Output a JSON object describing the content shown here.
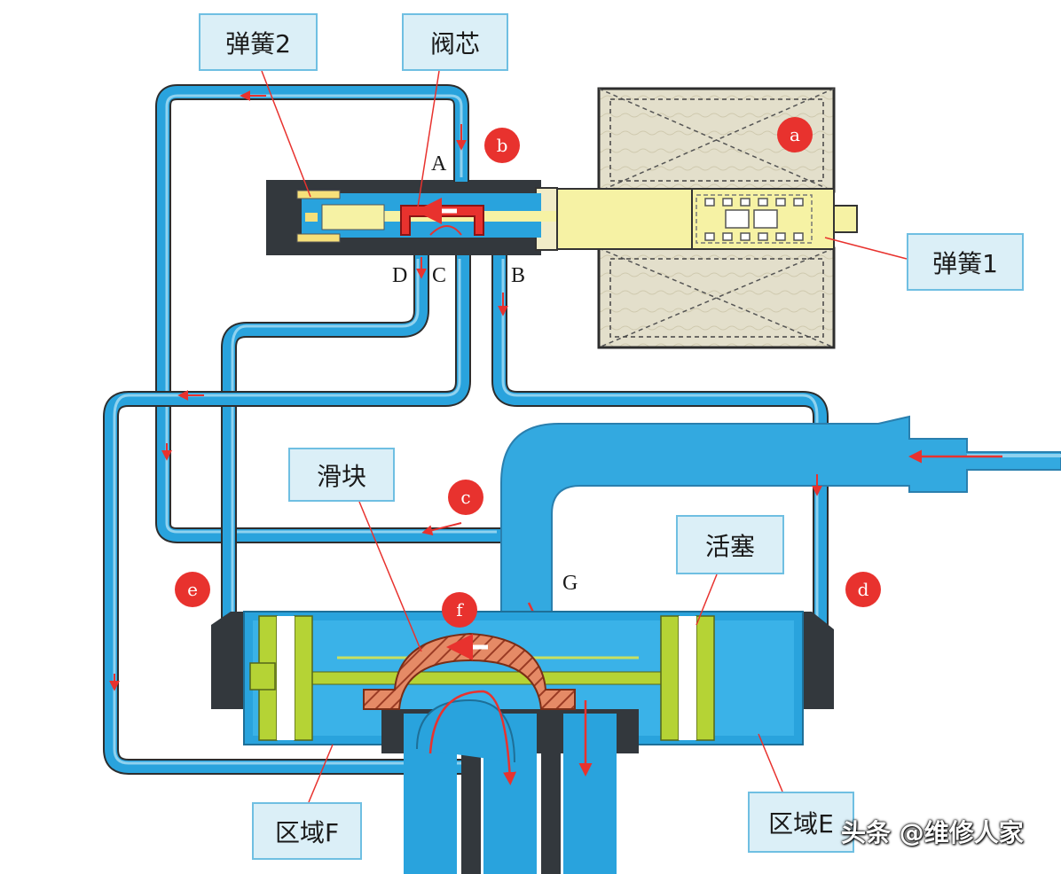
{
  "labels": {
    "spring2": "弹簧2",
    "spool": "阀芯",
    "spring1": "弹簧1",
    "slider": "滑块",
    "piston": "活塞",
    "zoneF": "区域F",
    "zoneE": "区域E"
  },
  "ports": {
    "A": "A",
    "B": "B",
    "C": "C",
    "D": "D",
    "G": "G"
  },
  "markers": {
    "a": "a",
    "b": "b",
    "c": "c",
    "d": "d",
    "e": "e",
    "f": "f"
  },
  "watermark": "头条 @维修人家",
  "colors": {
    "pipe": "#29a3dd",
    "pipe_light": "#8fd2ef",
    "flow_arrow": "#e8322e",
    "marker": "#e8322e",
    "valve_body": "#33383d",
    "slider": "#e07a5c",
    "piston": "#b5d335",
    "coil": "#e6e2cf",
    "plunger": "#f6f2a4"
  }
}
